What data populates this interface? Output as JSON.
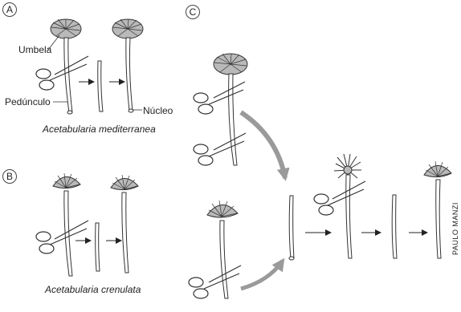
{
  "panels": {
    "a": "A",
    "b": "B",
    "c": "C"
  },
  "labels": {
    "umbrella": "Umbela",
    "stalk": "Pedúnculo",
    "nucleus": "Núcleo"
  },
  "captions": {
    "a": "Acetabularia mediterranea",
    "b": "Acetabularia crenulata"
  },
  "credit": "PAULO MANZI",
  "colors": {
    "line": "#333333",
    "cap_fill": "#b9b9b9",
    "curved_arrow": "#9a9a9a"
  }
}
